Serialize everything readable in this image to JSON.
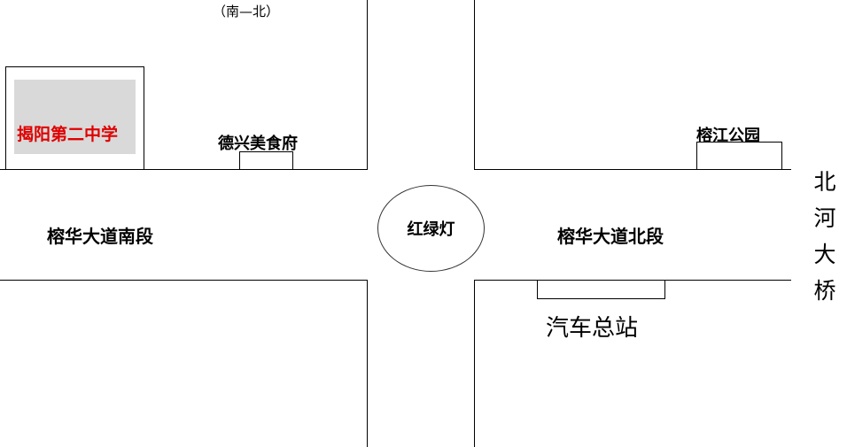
{
  "map": {
    "direction_note": "（南—北）",
    "roads": {
      "south_section": "榕华大道南段",
      "north_section": "榕华大道北段"
    },
    "intersection": {
      "label": "红绿灯"
    },
    "landmarks": {
      "school": "揭阳第二中学",
      "restaurant": "德兴美食府",
      "park": "榕江公园",
      "bus_station": "汽车总站"
    },
    "bridge": {
      "chars": [
        "北",
        "河",
        "大",
        "桥"
      ]
    },
    "colors": {
      "school_text": "#e00000",
      "school_fill": "#d9d9d9",
      "lines": "#000000"
    }
  }
}
